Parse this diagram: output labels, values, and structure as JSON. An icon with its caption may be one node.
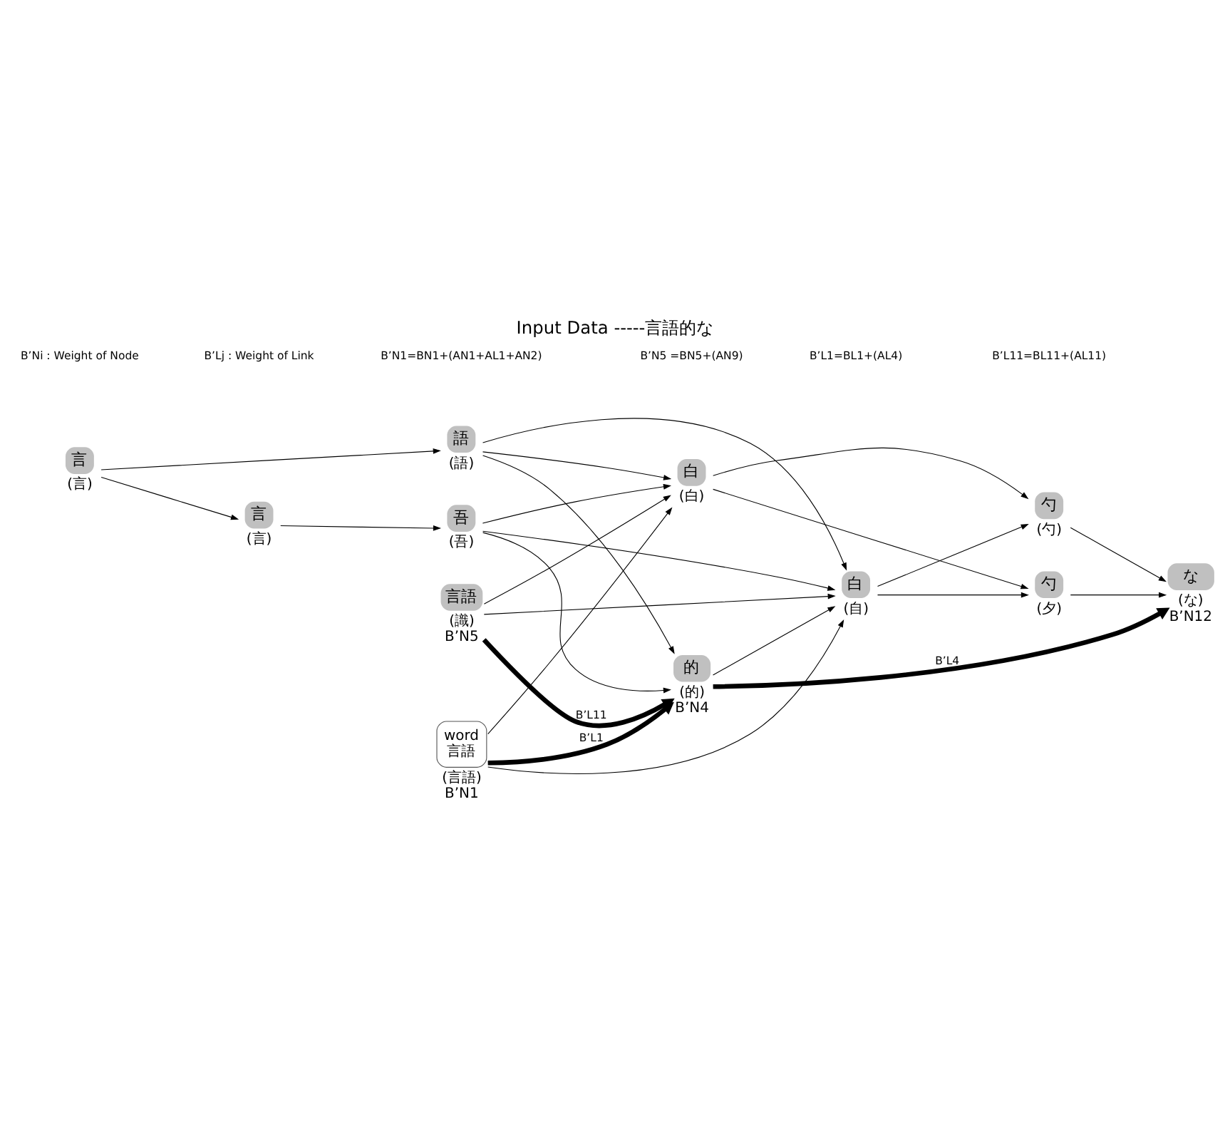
{
  "diagram": {
    "title": "Input Data -----言語的な",
    "nodes": [
      {
        "text": [
          "言語"
        ],
        "beside": [
          "(識)",
          "B’N5"
        ]
      },
      {
        "text": [
          "白"
        ],
        "beside": [
          "(白)"
        ]
      },
      {
        "text": [
          "勺"
        ],
        "beside": [
          "(勺)"
        ]
      },
      {
        "text": [
          "word",
          "言語"
        ],
        "beside": [
          "(言語)",
          "B’N1"
        ]
      },
      {
        "text": [
          "白"
        ],
        "beside": [
          "(自)"
        ]
      },
      {
        "text": [
          "勺"
        ],
        "beside": [
          "(夕)"
        ]
      },
      {
        "text": [
          "的"
        ],
        "beside": [
          "(的)",
          "B’N4"
        ]
      },
      {
        "text": [
          "な"
        ],
        "beside": [
          "(な)",
          "B’N12"
        ]
      },
      {
        "text": [
          "言"
        ],
        "beside": [
          "(言)"
        ]
      },
      {
        "text": [
          "語"
        ],
        "beside": [
          "(語)"
        ]
      },
      {
        "text": [
          "言"
        ],
        "beside": [
          "(言)"
        ]
      },
      {
        "text": [
          "吾"
        ],
        "beside": [
          "(吾)"
        ]
      }
    ],
    "edges": [
      {
        "from": 3,
        "to": 6,
        "arrow": "to",
        "label": "B’L1",
        "style": "thick"
      },
      {
        "from": 3,
        "to": 1,
        "arrow": "to"
      },
      {
        "from": 3,
        "to": 4,
        "arrow": "to"
      },
      {
        "from": 0,
        "to": 1,
        "arrow": "to"
      },
      {
        "from": 0,
        "to": 4,
        "arrow": "to"
      },
      {
        "from": 0,
        "to": 6,
        "arrow": "to",
        "label": "B’L11",
        "style": "thick"
      },
      {
        "from": 9,
        "to": 1,
        "arrow": "to"
      },
      {
        "from": 9,
        "to": 4,
        "arrow": "to"
      },
      {
        "from": 9,
        "to": 6,
        "arrow": "to"
      },
      {
        "from": 11,
        "to": 1,
        "arrow": "to"
      },
      {
        "from": 11,
        "to": 4,
        "arrow": "to"
      },
      {
        "from": 11,
        "to": 6,
        "arrow": "to"
      },
      {
        "from": 1,
        "to": 2,
        "arrow": "to"
      },
      {
        "from": 1,
        "to": 5,
        "arrow": "to"
      },
      {
        "from": 4,
        "to": 2,
        "arrow": "to"
      },
      {
        "from": 4,
        "to": 5,
        "arrow": "to"
      },
      {
        "from": 6,
        "to": 4,
        "arrow": "to"
      },
      {
        "from": 6,
        "to": 7,
        "arrow": "to",
        "label": "B’L4",
        "style": "thick"
      },
      {
        "from": 2,
        "to": 7,
        "arrow": "to"
      },
      {
        "from": 5,
        "to": 7,
        "arrow": "to"
      },
      {
        "from": 8,
        "to": 9,
        "arrow": "to"
      },
      {
        "from": 8,
        "to": 10,
        "arrow": "to"
      },
      {
        "from": 10,
        "to": 11,
        "arrow": "to"
      }
    ],
    "labels": [
      "B’Ni : Weight of Node",
      "B’Lj : Weight of Link",
      "B’N1=BN1+(AN1+AL1+AN2)",
      "B’N5 =BN5+(AN9)",
      "B’L1=BL1+(AL4)",
      "B’L11=BL11+(AL11)"
    ]
  }
}
